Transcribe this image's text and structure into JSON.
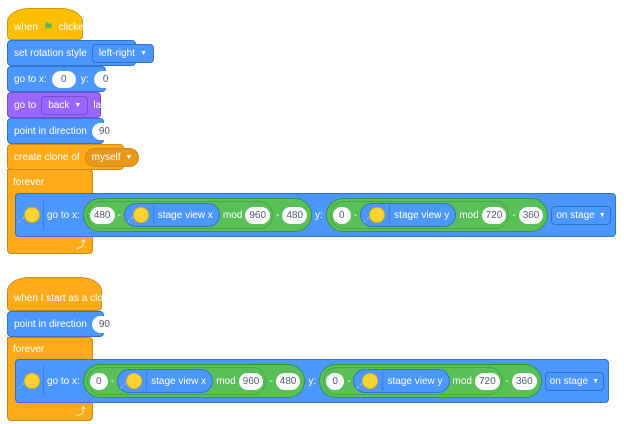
{
  "script1": {
    "hat": {
      "before": "when",
      "icon": "green-flag-icon",
      "after": "clicked"
    },
    "rotation": {
      "label": "set rotation style",
      "value": "left-right"
    },
    "goto": {
      "label_x": "go to x:",
      "x": "0",
      "label_y": "y:",
      "y": "0"
    },
    "layer": {
      "label": "go to",
      "value": "back",
      "after": "layer"
    },
    "direction": {
      "label": "point in direction",
      "value": "90"
    },
    "clone": {
      "label": "create clone of",
      "value": "myself"
    },
    "forever": {
      "label": "forever"
    },
    "inner": {
      "label_x": "go to x:",
      "x_a": "480",
      "minus": "-",
      "x_rep": "stage view x",
      "mod": "mod",
      "x_mod": "960",
      "x_b": "480",
      "label_y": "y:",
      "y_a": "0",
      "y_rep": "stage view y",
      "y_mod": "720",
      "y_b": "360",
      "target": "on stage"
    }
  },
  "script2": {
    "hat": {
      "label": "when I start as a clone"
    },
    "direction": {
      "label": "point in direction",
      "value": "90"
    },
    "forever": {
      "label": "forever"
    },
    "inner": {
      "label_x": "go to x:",
      "x_a": "0",
      "minus": "-",
      "x_rep": "stage view x",
      "mod": "mod",
      "x_mod": "960",
      "x_b": "480",
      "label_y": "y:",
      "y_a": "0",
      "y_rep": "stage view y",
      "y_mod": "720",
      "y_b": "360",
      "target": "on stage"
    }
  },
  "colors": {
    "events": "#ffbf00",
    "motion": "#4c97ff",
    "looks": "#9966ff",
    "control": "#ffab19",
    "operators": "#59c059"
  }
}
